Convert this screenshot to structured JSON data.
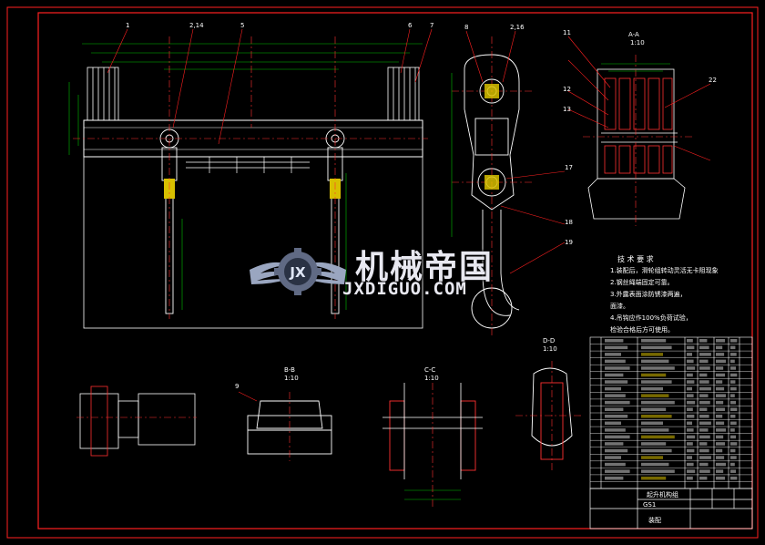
{
  "drawing": {
    "colors": {
      "background": "#000000",
      "frame": "#ff0000",
      "outline": "#ffffff",
      "centerline": "#ff3030",
      "dimension": "#00ff00",
      "leader": "#ff0000",
      "section": "#ff3030",
      "part": "#ffffff"
    },
    "section_labels": {
      "aa": "A-A",
      "aa_scale": "1:10",
      "bb": "B-B",
      "bb_scale": "1:10",
      "cc": "C-C",
      "cc_scale": "1:10",
      "dd": "D-D",
      "dd_scale": "1:10"
    },
    "part_numbers": [
      "1",
      "2,14",
      "5",
      "6",
      "7",
      "8",
      "2,16",
      "11",
      "12",
      "13",
      "17",
      "18",
      "19",
      "22",
      "9"
    ],
    "notes": {
      "heading": "技 术 要 求",
      "lines": [
        "1.装配后，滑轮组转动灵活无卡阻现象",
        "2.钢丝绳端固定可靠。",
        "3.外露表面涂防锈漆两遍，",
        "面漆。",
        "4.吊钩应作100%负荷试验，",
        "检验合格后方可使用。"
      ]
    },
    "title_block": {
      "name": "起升机构组",
      "code": "GS1",
      "material_label": "装配"
    }
  },
  "watermark": {
    "title": "机械帝国",
    "subtitle": "JXDIGUO.COM",
    "badge": "JX"
  }
}
